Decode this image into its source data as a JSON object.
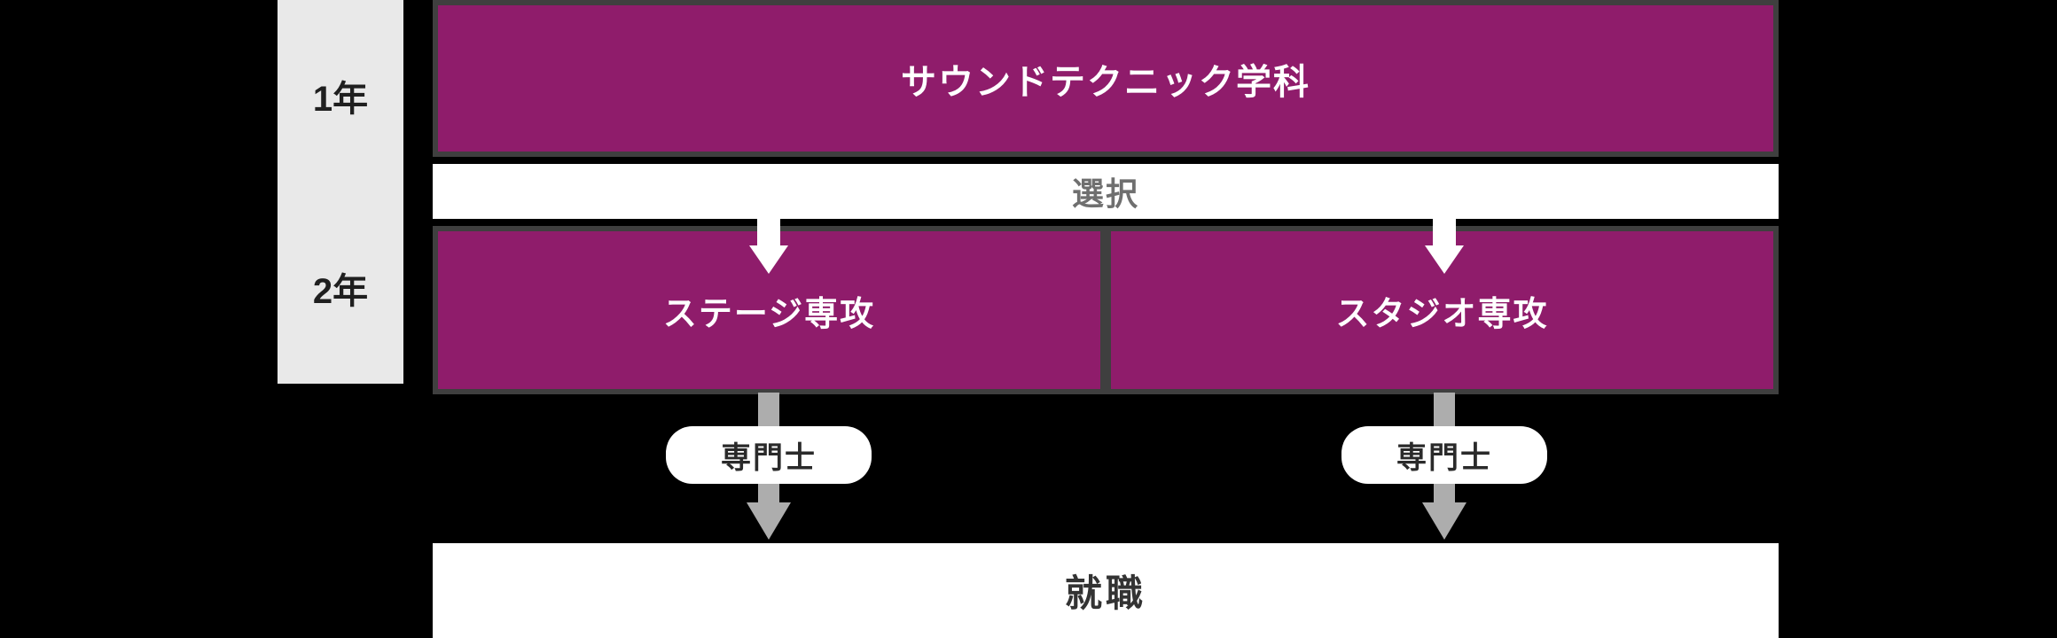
{
  "colors": {
    "background": "#000000",
    "purple": "#8f1c6b",
    "frame": "#3f3f3f",
    "axis-bg": "#e9e9e9",
    "axis-text": "#1f1f1f",
    "selection-text": "#6f6f6f",
    "diploma-text": "#2a2a2a",
    "employment-text": "#333333",
    "connector-gray": "#adadad",
    "white": "#ffffff"
  },
  "axis": {
    "years": [
      {
        "label": "1年"
      },
      {
        "label": "2年"
      }
    ]
  },
  "department_title": "サウンドテクニック学科",
  "selection_label": "選択",
  "branches": [
    {
      "major": "ステージ専攻",
      "diploma": "専門士"
    },
    {
      "major": "スタジオ専攻",
      "diploma": "専門士"
    }
  ],
  "employment_label": "就職"
}
